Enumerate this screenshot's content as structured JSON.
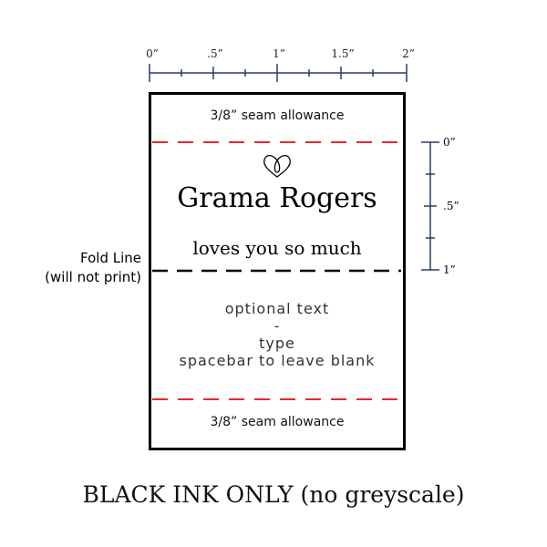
{
  "ruler_top": {
    "labels": [
      "0”",
      ".5”",
      "1”",
      "1.5”",
      "2”"
    ]
  },
  "ruler_side": {
    "labels": [
      "0”",
      ".5”",
      "1”"
    ]
  },
  "label": {
    "seam_top": "3/8” seam allowance",
    "name": "Grama Rogers",
    "subtitle": "loves you so much",
    "optional_lines": [
      "optional text",
      "-",
      "type",
      "spacebar to leave blank"
    ],
    "seam_bottom": "3/8” seam allowance"
  },
  "fold_line": {
    "line1": "Fold Line",
    "line2": "(will not print)"
  },
  "footer": "BLACK INK ONLY (no greyscale)",
  "colors": {
    "seam_line": "#e8262e",
    "ruler": "#2b3a6b",
    "fold": "#000000"
  }
}
